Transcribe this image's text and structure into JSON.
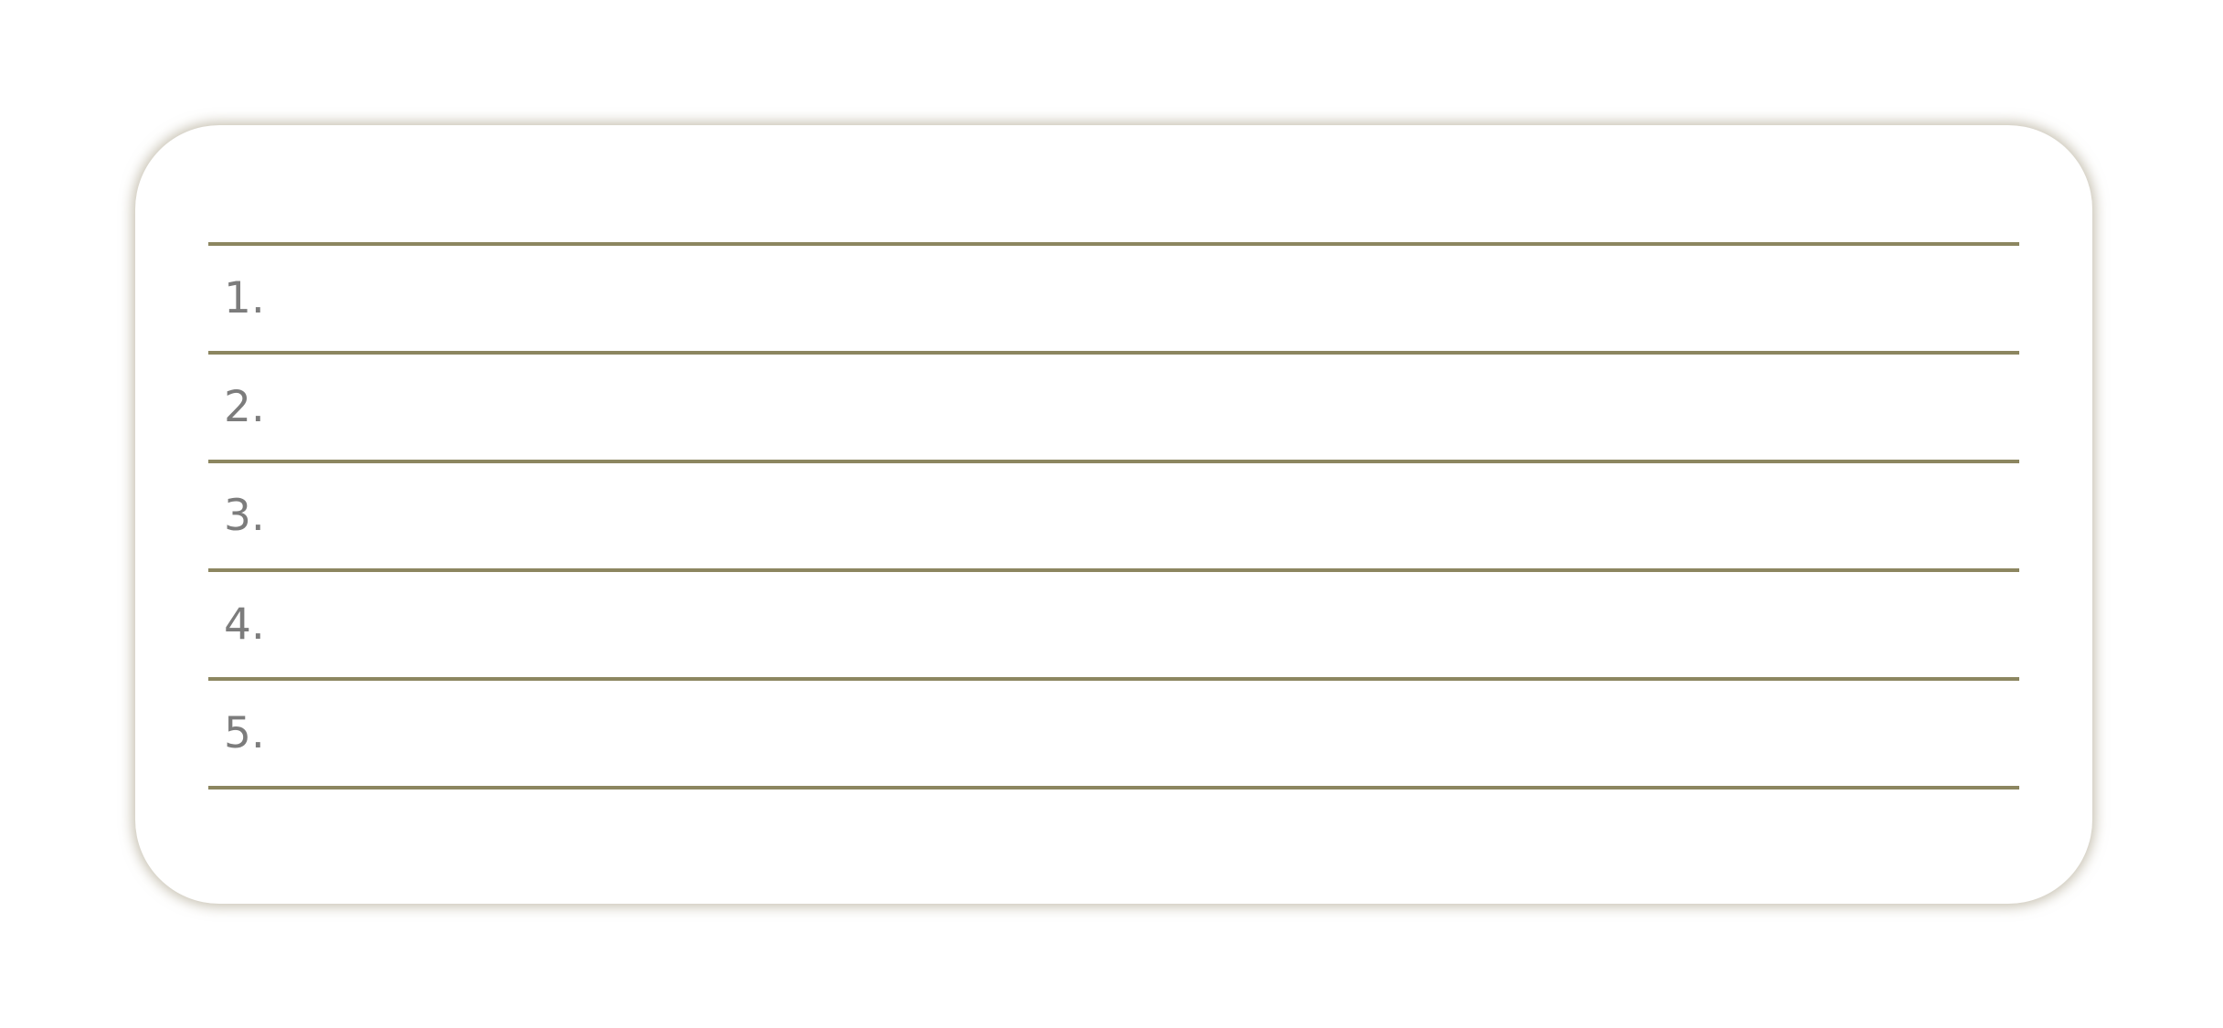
{
  "colors": {
    "rule_line": "#8c8660",
    "number_text": "#7c7c7c",
    "card_shadow": "#968a6e",
    "background": "#ffffff"
  },
  "list": {
    "items": [
      {
        "number": "1."
      },
      {
        "number": "2."
      },
      {
        "number": "3."
      },
      {
        "number": "4."
      },
      {
        "number": "5."
      }
    ]
  }
}
